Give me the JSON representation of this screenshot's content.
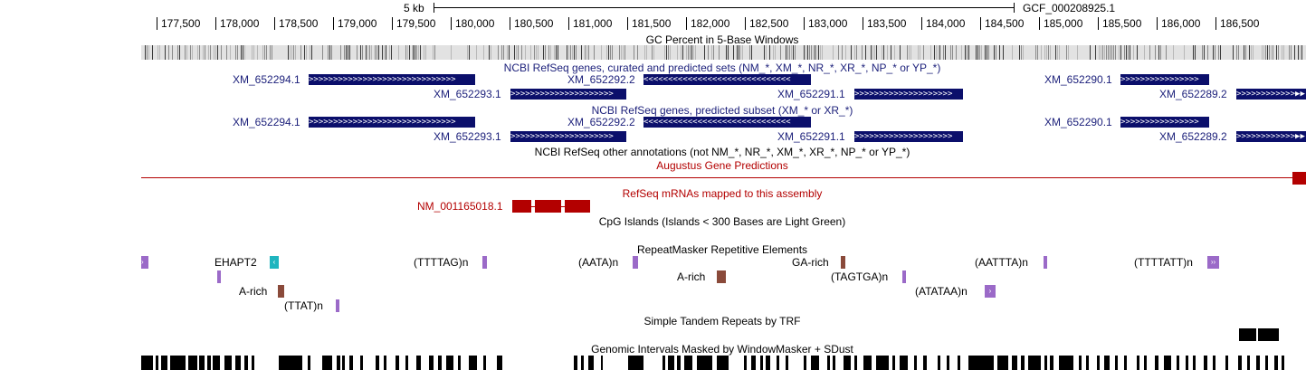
{
  "ruler": {
    "scale_label": "5 kb",
    "assembly_label": "GCF_000208925.1",
    "ticks": [
      "177,500",
      "178,000",
      "178,500",
      "179,000",
      "179,500",
      "180,000",
      "180,500",
      "181,000",
      "181,500",
      "182,000",
      "182,500",
      "183,000",
      "183,500",
      "184,000",
      "184,500",
      "185,000",
      "185,500",
      "186,000",
      "186,500"
    ]
  },
  "tracks": {
    "gc_percent": {
      "title": "GC Percent in 5-Base Windows"
    },
    "refseq_all": {
      "title": "NCBI RefSeq genes, curated and predicted sets (NM_*, XM_*, NR_*, XR_*, NP_* or YP_*)",
      "genes": [
        "XM_652294.1",
        "XM_652292.2",
        "XM_652290.1",
        "XM_652293.1",
        "XM_652291.1",
        "XM_652289.2"
      ]
    },
    "refseq_predicted": {
      "title": "NCBI RefSeq genes, predicted subset (XM_* or XR_*)",
      "genes": [
        "XM_652294.1",
        "XM_652292.2",
        "XM_652290.1",
        "XM_652293.1",
        "XM_652291.1",
        "XM_652289.2"
      ]
    },
    "refseq_other": {
      "title": "NCBI RefSeq other annotations (not NM_*, NR_*, XM_*, XR_*, NP_* or YP_*)"
    },
    "augustus": {
      "title": "Augustus Gene Predictions"
    },
    "refseq_mrna": {
      "title": "RefSeq mRNAs mapped to this assembly",
      "item": "NM_001165018.1"
    },
    "cpg": {
      "title": "CpG Islands (Islands < 300 Bases are Light Green)"
    },
    "repeatmasker": {
      "title": "RepeatMasker Repetitive Elements",
      "labels": [
        "EHAPT2",
        "(TTTTAG)n",
        "(AATA)n",
        "GA-rich",
        "(AATTTA)n",
        "(TTTTATT)n",
        "A-rich",
        "(TAGTGA)n",
        "A-rich",
        "(ATATAA)n",
        "(TTAT)n"
      ]
    },
    "trf": {
      "title": "Simple Tandem Repeats by TRF"
    },
    "windowmasker": {
      "title": "Genomic Intervals Masked by WindowMasker + SDust"
    }
  },
  "colors": {
    "gene_navy": "#0b0f6b",
    "gene_label_navy": "#1b1f7a",
    "augustus_red": "#b30000",
    "mrna_red": "#b30000",
    "repeat_purple": "#9b6ac8",
    "repeat_brown": "#8a4a3a",
    "repeat_teal": "#1fb5bf",
    "gc_gray": "#9a9a9a"
  }
}
